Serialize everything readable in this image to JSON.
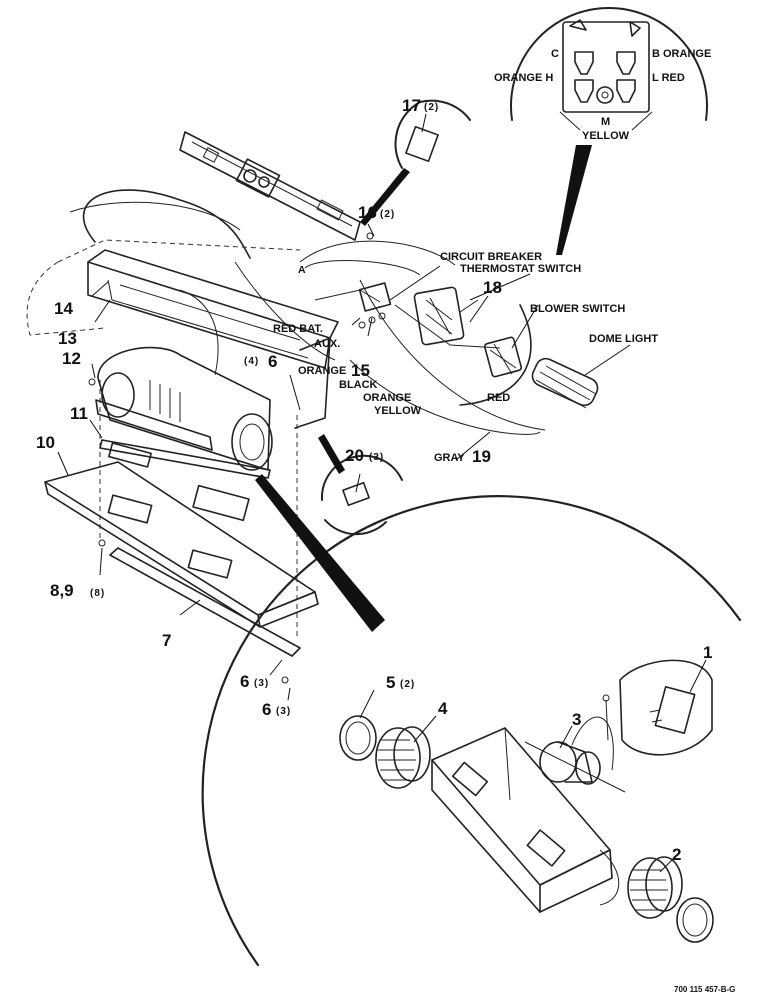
{
  "callouts": {
    "c1": "1",
    "c2": "2",
    "c3": "3",
    "c4": "4",
    "c5": "5",
    "c6a": "6",
    "c6b": "6",
    "c6c": "6",
    "c7": "7",
    "c8_9": "8,9",
    "c10": "10",
    "c11": "11",
    "c12": "12",
    "c13": "13",
    "c14": "14",
    "c15": "15",
    "c16": "16",
    "c17": "17",
    "c18": "18",
    "c19": "19",
    "c20": "20"
  },
  "quantities": {
    "q5": "(2)",
    "q6a": "(4)",
    "q6b": "(3)",
    "q6c": "(3)",
    "q8_9": "(8)",
    "q16": "(2)",
    "q17": "(2)",
    "q20": "(3)"
  },
  "wire_labels": {
    "red_bat": "RED BAT.",
    "aux": "AUX.",
    "orange_15": "ORANGE",
    "black": "BLACK",
    "orange_2": "ORANGE",
    "yellow": "YELLOW",
    "red": "RED",
    "gray": "GRAY",
    "circuit_breaker": "CIRCUIT BREAKER",
    "thermostat_switch": "THERMOSTAT  SWITCH",
    "blower_switch": "BLOWER SWITCH",
    "dome_light": "DOME LIGHT",
    "wire_a": "A"
  },
  "switch_detail": {
    "c": "C",
    "b_orange": "B ORANGE",
    "orange_h": "ORANGE H",
    "l_red": "L  RED",
    "m": "M",
    "yellow": "YELLOW"
  },
  "footer_code": "700 115 457-B-G"
}
